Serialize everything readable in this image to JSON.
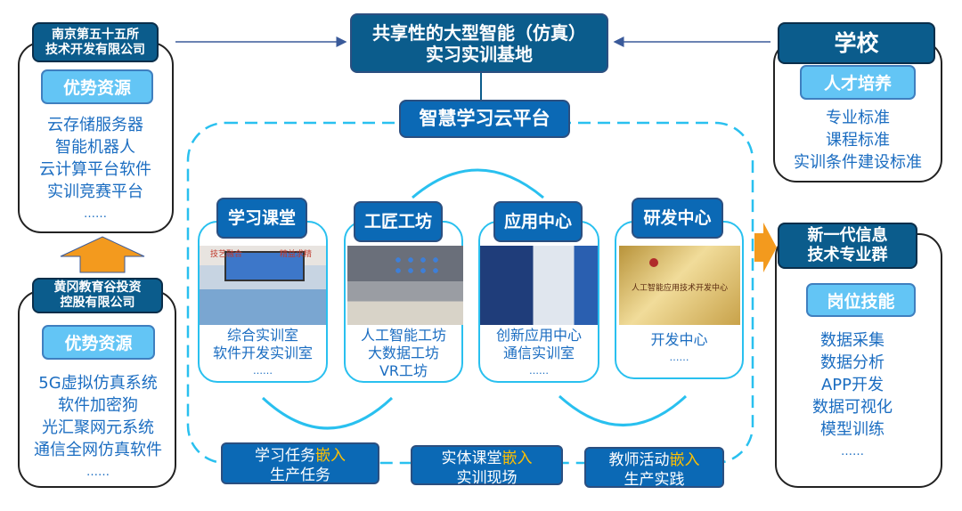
{
  "center": {
    "title_line1": "共享性的大型智能（仿真）",
    "title_line2": "实习实训基地",
    "platform": "智慧学习云平台"
  },
  "left_top": {
    "header_line1": "南京第五十五所",
    "header_line2": "技术开发有限公司",
    "label": "优势资源",
    "items": [
      "云存储服务器",
      "智能机器人",
      "云计算平台软件",
      "实训竞赛平台",
      "……"
    ]
  },
  "left_bottom": {
    "header_line1": "黄冈教育谷投资",
    "header_line2": "控股有限公司",
    "label": "优势资源",
    "items": [
      "5G虚拟仿真系统",
      "软件加密狗",
      "光汇聚网元系统",
      "通信全网仿真软件",
      "……"
    ]
  },
  "right_top": {
    "header": "学校",
    "label": "人才培养",
    "items": [
      "专业标准",
      "课程标准",
      "实训条件建设标准"
    ]
  },
  "right_bottom": {
    "header_line1": "新一代信息",
    "header_line2": "技术专业群",
    "label": "岗位技能",
    "items": [
      "数据采集",
      "数据分析",
      "APP开发",
      "数据可视化",
      "模型训练",
      "……"
    ]
  },
  "cards": [
    {
      "title": "学习课堂",
      "lines": [
        "综合实训室",
        "软件开发实训室",
        "……"
      ],
      "photo_text": [
        "技艺融合",
        "精益求精"
      ]
    },
    {
      "title": "工匠工坊",
      "lines": [
        "人工智能工坊",
        "大数据工坊",
        "VR工坊"
      ]
    },
    {
      "title": "应用中心",
      "lines": [
        "创新应用中心",
        "通信实训室",
        "……"
      ]
    },
    {
      "title": "研发中心",
      "lines": [
        "开发中心",
        "……"
      ],
      "photo_text": [
        "人工智能应用技术开发中心"
      ]
    }
  ],
  "bottom": [
    {
      "a": "学习任务",
      "hl": "嵌入",
      "b": "生产任务"
    },
    {
      "a": "实体课堂",
      "hl": "嵌入",
      "b": "实训现场"
    },
    {
      "a": "教师活动",
      "hl": "嵌入",
      "b": "生产实践"
    }
  ],
  "colors": {
    "dark_blue": "#0b5c8c",
    "blue": "#0b69b5",
    "light_blue": "#63c5f5",
    "cyan": "#29c0ef",
    "orange": "#f39a1e",
    "highlight": "#ffc000"
  }
}
